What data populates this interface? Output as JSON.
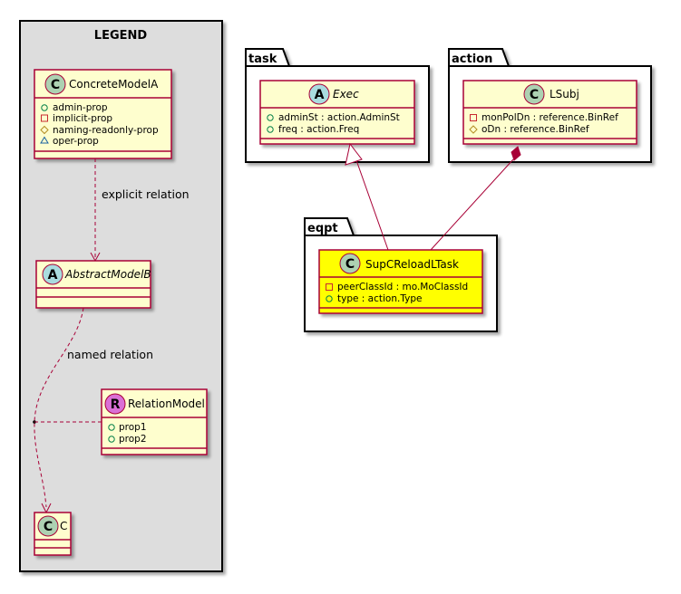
{
  "legend": {
    "title": "LEGEND",
    "concrete": {
      "stereotype": "C",
      "name": "ConcreteModelA",
      "props": [
        {
          "vis": "+",
          "name": "admin-prop"
        },
        {
          "vis": "-",
          "name": "implicit-prop"
        },
        {
          "vis": "#",
          "name": "naming-readonly-prop"
        },
        {
          "vis": "~",
          "name": "oper-prop"
        }
      ]
    },
    "explicit_label": "explicit relation",
    "abstract": {
      "stereotype": "A",
      "name": "AbstractModelB"
    },
    "named_label": "named relation",
    "relation": {
      "stereotype": "R",
      "name": "RelationModel",
      "props": [
        {
          "vis": "+",
          "name": "prop1"
        },
        {
          "vis": "+",
          "name": "prop2"
        }
      ]
    },
    "c_class": {
      "stereotype": "C",
      "name": "C"
    }
  },
  "packages": {
    "task": {
      "name": "task",
      "class": {
        "stereotype": "A",
        "name": "Exec",
        "props": [
          {
            "vis": "+",
            "name": "adminSt : action.AdminSt"
          },
          {
            "vis": "+",
            "name": "freq : action.Freq"
          }
        ]
      }
    },
    "action": {
      "name": "action",
      "class": {
        "stereotype": "C",
        "name": "LSubj",
        "props": [
          {
            "vis": "-",
            "name": "monPolDn : reference.BinRef"
          },
          {
            "vis": "#",
            "name": "oDn : reference.BinRef"
          }
        ]
      }
    },
    "eqpt": {
      "name": "eqpt",
      "class": {
        "stereotype": "C",
        "name": "SupCReloadLTask",
        "props": [
          {
            "vis": "-",
            "name": "peerClassId : mo.MoClassId"
          },
          {
            "vis": "+",
            "name": "type : action.Type"
          }
        ]
      }
    }
  },
  "colors": {
    "class_fill": "#FEFECE",
    "class_border": "#A80036",
    "highlight_fill": "#FFFF00",
    "legend_fill": "#DDDDDD",
    "circle_class": "#ADD1B2",
    "circle_abstract": "#A9DCDF",
    "circle_relation": "#DA70D6",
    "vis_public": "#038048",
    "vis_private": "#C82930",
    "vis_protected": "#B38D22",
    "vis_package": "#1963A0"
  }
}
